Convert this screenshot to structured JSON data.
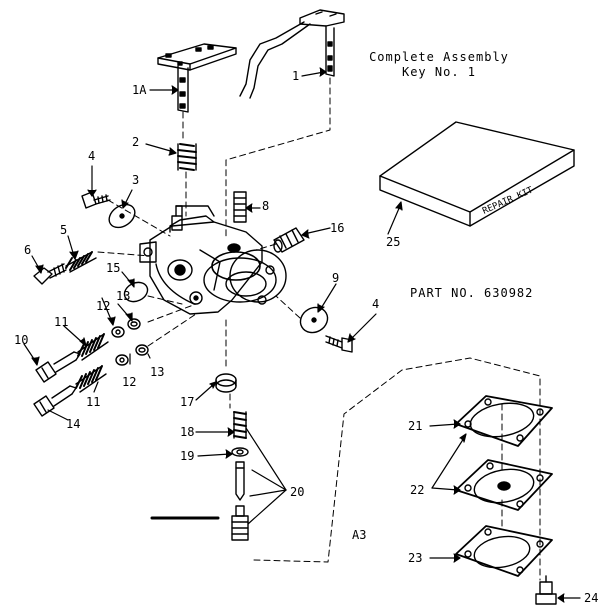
{
  "header": {
    "title_line1": "Complete Assembly",
    "title_line2": "Key No. 1"
  },
  "part_number": "PART NO. 630982",
  "repair_kit_label": "REPAIR KIT",
  "section_label": "A3",
  "callouts": {
    "c1": "1",
    "c1a": "1A",
    "c2": "2",
    "c3": "3",
    "c4a": "4",
    "c4b": "4",
    "c5": "5",
    "c6": "6",
    "c8": "8",
    "c9": "9",
    "c10": "10",
    "c11a": "11",
    "c11b": "11",
    "c12a": "12",
    "c12b": "12",
    "c13a": "13",
    "c13b": "13",
    "c14": "14",
    "c15": "15",
    "c16": "16",
    "c17": "17",
    "c18": "18",
    "c19": "19",
    "c20": "20",
    "c21": "21",
    "c22": "22",
    "c23": "23",
    "c24": "24",
    "c25": "25"
  },
  "colors": {
    "ink": "#000000",
    "paper": "#ffffff"
  }
}
